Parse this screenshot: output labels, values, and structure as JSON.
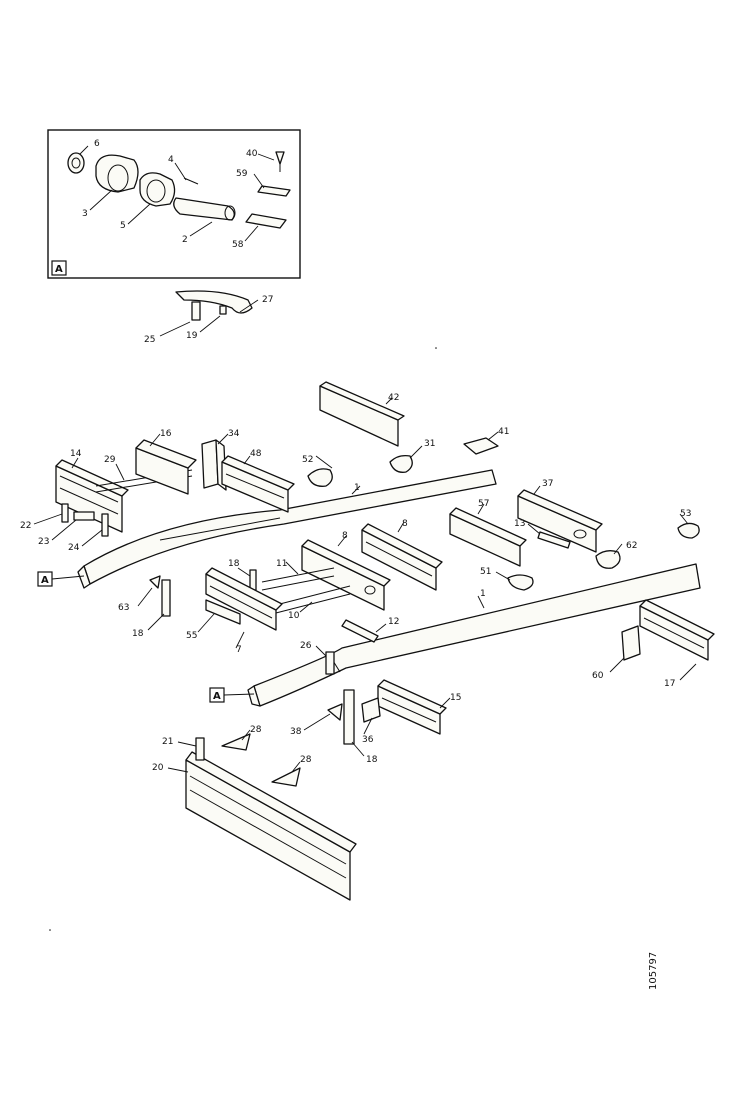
{
  "inset_ref": "A",
  "ref_marks": [
    "A",
    "A"
  ],
  "doc_number": "105797",
  "callouts": {
    "i6": "6",
    "i3": "3",
    "i5": "5",
    "i4": "4",
    "i2": "2",
    "i40": "40",
    "i59": "59",
    "i58": "58",
    "c27": "27",
    "c25": "25",
    "c19": "19",
    "c42": "42",
    "c16": "16",
    "c34": "34",
    "c48": "48",
    "c41": "41",
    "c31": "31",
    "c52": "52",
    "c14": "14",
    "c29": "29",
    "c22": "22",
    "c23": "23",
    "c24": "24",
    "c1a": "1",
    "c57": "57",
    "c37": "37",
    "c13": "13",
    "c53": "53",
    "c8a": "8",
    "c8b": "8",
    "c18a": "18",
    "c11": "11",
    "c10": "10",
    "c62": "62",
    "c51": "51",
    "c1b": "1",
    "c12": "12",
    "c63": "63",
    "c18b": "18",
    "c55": "55",
    "c7": "7",
    "c26": "26",
    "c60": "60",
    "c17": "17",
    "c15": "15",
    "c38": "38",
    "c36": "36",
    "c18c": "18",
    "c21": "21",
    "c28a": "28",
    "c20": "20",
    "c28b": "28"
  }
}
